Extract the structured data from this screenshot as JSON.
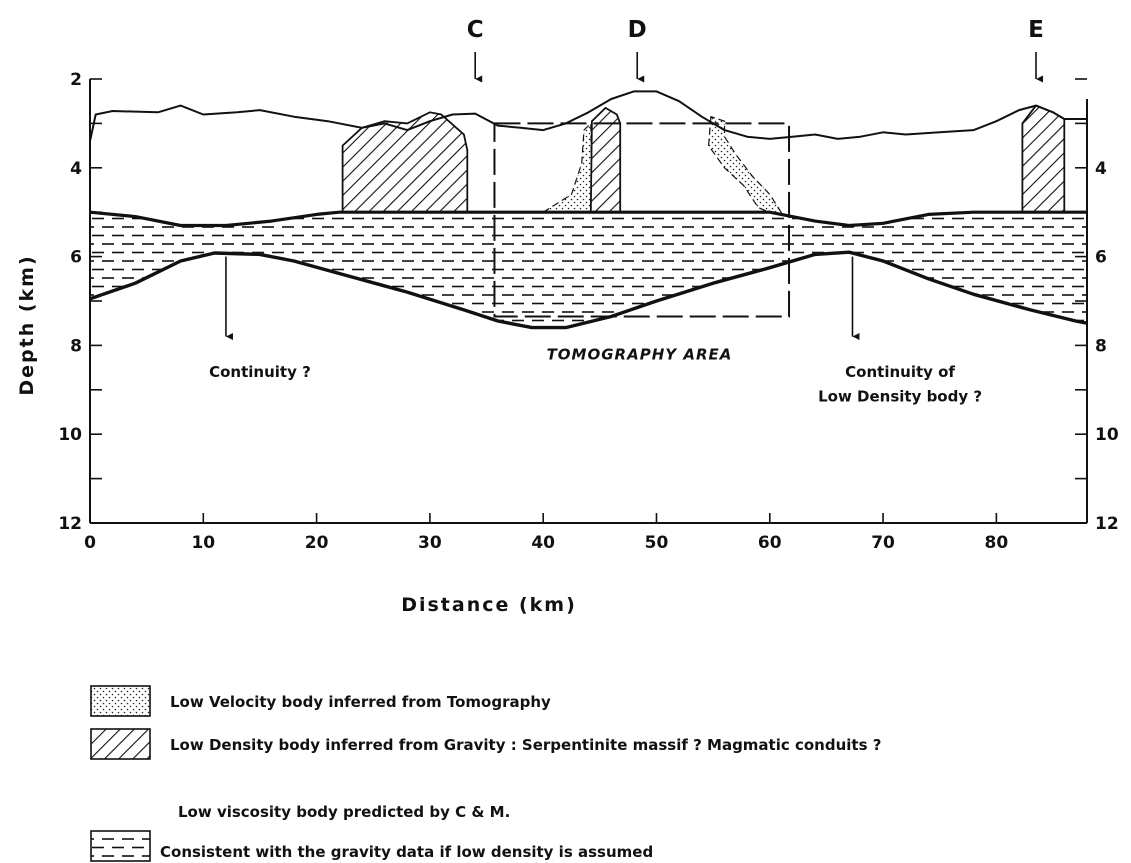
{
  "chart_data": {
    "type": "cross-section",
    "xlabel": "Distance (km)",
    "ylabel": "Depth (km)",
    "x_ticks": [
      "0",
      "10",
      "20",
      "30",
      "40",
      "50",
      "60",
      "70",
      "80"
    ],
    "y_ticks": [
      "2",
      "4",
      "6",
      "8",
      "10",
      "12"
    ],
    "xlim": [
      0,
      88
    ],
    "ylim": [
      2,
      12
    ],
    "y_inverted": true,
    "markers": [
      {
        "label": "C",
        "x": 34
      },
      {
        "label": "D",
        "x": 48.3
      },
      {
        "label": "E",
        "x": 83.5
      }
    ],
    "seafloor_profile": [
      [
        0,
        3.4
      ],
      [
        0.5,
        2.8
      ],
      [
        2,
        2.72
      ],
      [
        6,
        2.75
      ],
      [
        8,
        2.6
      ],
      [
        10,
        2.8
      ],
      [
        13,
        2.75
      ],
      [
        15,
        2.7
      ],
      [
        18,
        2.85
      ],
      [
        21,
        2.95
      ],
      [
        24,
        3.1
      ],
      [
        26,
        3.0
      ],
      [
        28,
        3.15
      ],
      [
        30,
        2.95
      ],
      [
        32,
        2.8
      ],
      [
        34,
        2.78
      ],
      [
        36,
        3.05
      ],
      [
        38,
        3.1
      ],
      [
        40,
        3.15
      ],
      [
        42,
        3.0
      ],
      [
        44,
        2.75
      ],
      [
        46,
        2.45
      ],
      [
        48,
        2.28
      ],
      [
        50,
        2.28
      ],
      [
        52,
        2.5
      ],
      [
        54,
        2.85
      ],
      [
        56,
        3.15
      ],
      [
        58,
        3.3
      ],
      [
        60,
        3.35
      ],
      [
        62,
        3.3
      ],
      [
        64,
        3.25
      ],
      [
        66,
        3.35
      ],
      [
        68,
        3.3
      ],
      [
        70,
        3.2
      ],
      [
        72,
        3.25
      ],
      [
        75,
        3.2
      ],
      [
        78,
        3.15
      ],
      [
        80,
        2.95
      ],
      [
        82,
        2.7
      ],
      [
        83.5,
        2.6
      ],
      [
        85,
        2.75
      ],
      [
        86,
        2.9
      ],
      [
        88,
        2.9
      ]
    ],
    "low_viscosity_top": [
      [
        0,
        5.0
      ],
      [
        4,
        5.1
      ],
      [
        8,
        5.3
      ],
      [
        12,
        5.3
      ],
      [
        16,
        5.2
      ],
      [
        20,
        5.05
      ],
      [
        22,
        5.0
      ],
      [
        60,
        5.0
      ],
      [
        64,
        5.2
      ],
      [
        67,
        5.3
      ],
      [
        70,
        5.25
      ],
      [
        74,
        5.05
      ],
      [
        78,
        5.0
      ],
      [
        88,
        5.0
      ]
    ],
    "low_viscosity_bottom": [
      [
        0,
        6.95
      ],
      [
        4,
        6.6
      ],
      [
        8,
        6.1
      ],
      [
        11,
        5.92
      ],
      [
        15,
        5.95
      ],
      [
        18,
        6.1
      ],
      [
        23,
        6.45
      ],
      [
        28,
        6.8
      ],
      [
        33,
        7.2
      ],
      [
        36,
        7.45
      ],
      [
        39,
        7.6
      ],
      [
        42,
        7.6
      ],
      [
        46,
        7.35
      ],
      [
        50,
        7.0
      ],
      [
        55,
        6.6
      ],
      [
        60,
        6.25
      ],
      [
        64,
        5.95
      ],
      [
        67,
        5.9
      ],
      [
        70,
        6.1
      ],
      [
        74,
        6.5
      ],
      [
        78,
        6.85
      ],
      [
        83,
        7.2
      ],
      [
        87,
        7.45
      ],
      [
        88,
        7.5
      ]
    ],
    "low_density_bodies": [
      [
        [
          22.3,
          5.0
        ],
        [
          22.3,
          3.5
        ],
        [
          24,
          3.1
        ],
        [
          26,
          2.95
        ],
        [
          28,
          3.0
        ],
        [
          30,
          2.75
        ],
        [
          31,
          2.8
        ],
        [
          33,
          3.25
        ],
        [
          33.3,
          3.6
        ],
        [
          33.3,
          5.0
        ]
      ],
      [
        [
          44.2,
          5.0
        ],
        [
          44.3,
          2.95
        ],
        [
          45.5,
          2.65
        ],
        [
          46.5,
          2.8
        ],
        [
          46.8,
          3.0
        ],
        [
          46.8,
          5.0
        ]
      ],
      [
        [
          82.3,
          5.0
        ],
        [
          82.3,
          3.0
        ],
        [
          83.5,
          2.6
        ],
        [
          85,
          2.75
        ],
        [
          86,
          2.9
        ],
        [
          86,
          5.0
        ]
      ]
    ],
    "low_velocity_bodies": [
      [
        [
          40,
          5.0
        ],
        [
          42.5,
          4.6
        ],
        [
          43.4,
          3.9
        ],
        [
          43.6,
          3.15
        ],
        [
          44.2,
          3.0
        ],
        [
          44.3,
          5.0
        ]
      ],
      [
        [
          54.8,
          2.85
        ],
        [
          54.6,
          3.5
        ],
        [
          56,
          4.0
        ],
        [
          57.7,
          4.4
        ],
        [
          59,
          4.9
        ],
        [
          60,
          5.0
        ],
        [
          61,
          5.0
        ],
        [
          60,
          4.6
        ],
        [
          58.5,
          4.2
        ],
        [
          57,
          3.7
        ],
        [
          56,
          3.3
        ],
        [
          56,
          2.95
        ]
      ]
    ],
    "tomography_area": {
      "x": [
        35.7,
        61.7
      ],
      "depth": [
        3.0,
        7.35
      ]
    },
    "annotations": [
      {
        "text": "Continuity ?",
        "x": 15,
        "depth": 8.6
      },
      {
        "text": "Continuity of",
        "x": 71.5,
        "depth": 8.6
      },
      {
        "text": "Low Density body ?",
        "x": 71.5,
        "depth": 9.15
      }
    ],
    "down_arrows": [
      {
        "x": 12,
        "from": 6.0,
        "to": 7.8
      },
      {
        "x": 67.3,
        "from": 6.0,
        "to": 7.8
      }
    ],
    "area_label": "TOMOGRAPHY AREA",
    "area_label_position": {
      "x": 48.5,
      "depth": 8.2
    }
  },
  "legend": {
    "items": [
      {
        "pattern": "dots",
        "label": "Low Velocity body inferred from Tomography"
      },
      {
        "pattern": "hatch",
        "label": "Low Density body inferred from Gravity : Serpentinite massif ?  Magmatic conduits ?"
      },
      {
        "pattern": "dashes",
        "label": "Low viscosity body predicted by C & M.",
        "label2": "Consistent with the gravity data if low density is assumed"
      }
    ]
  }
}
